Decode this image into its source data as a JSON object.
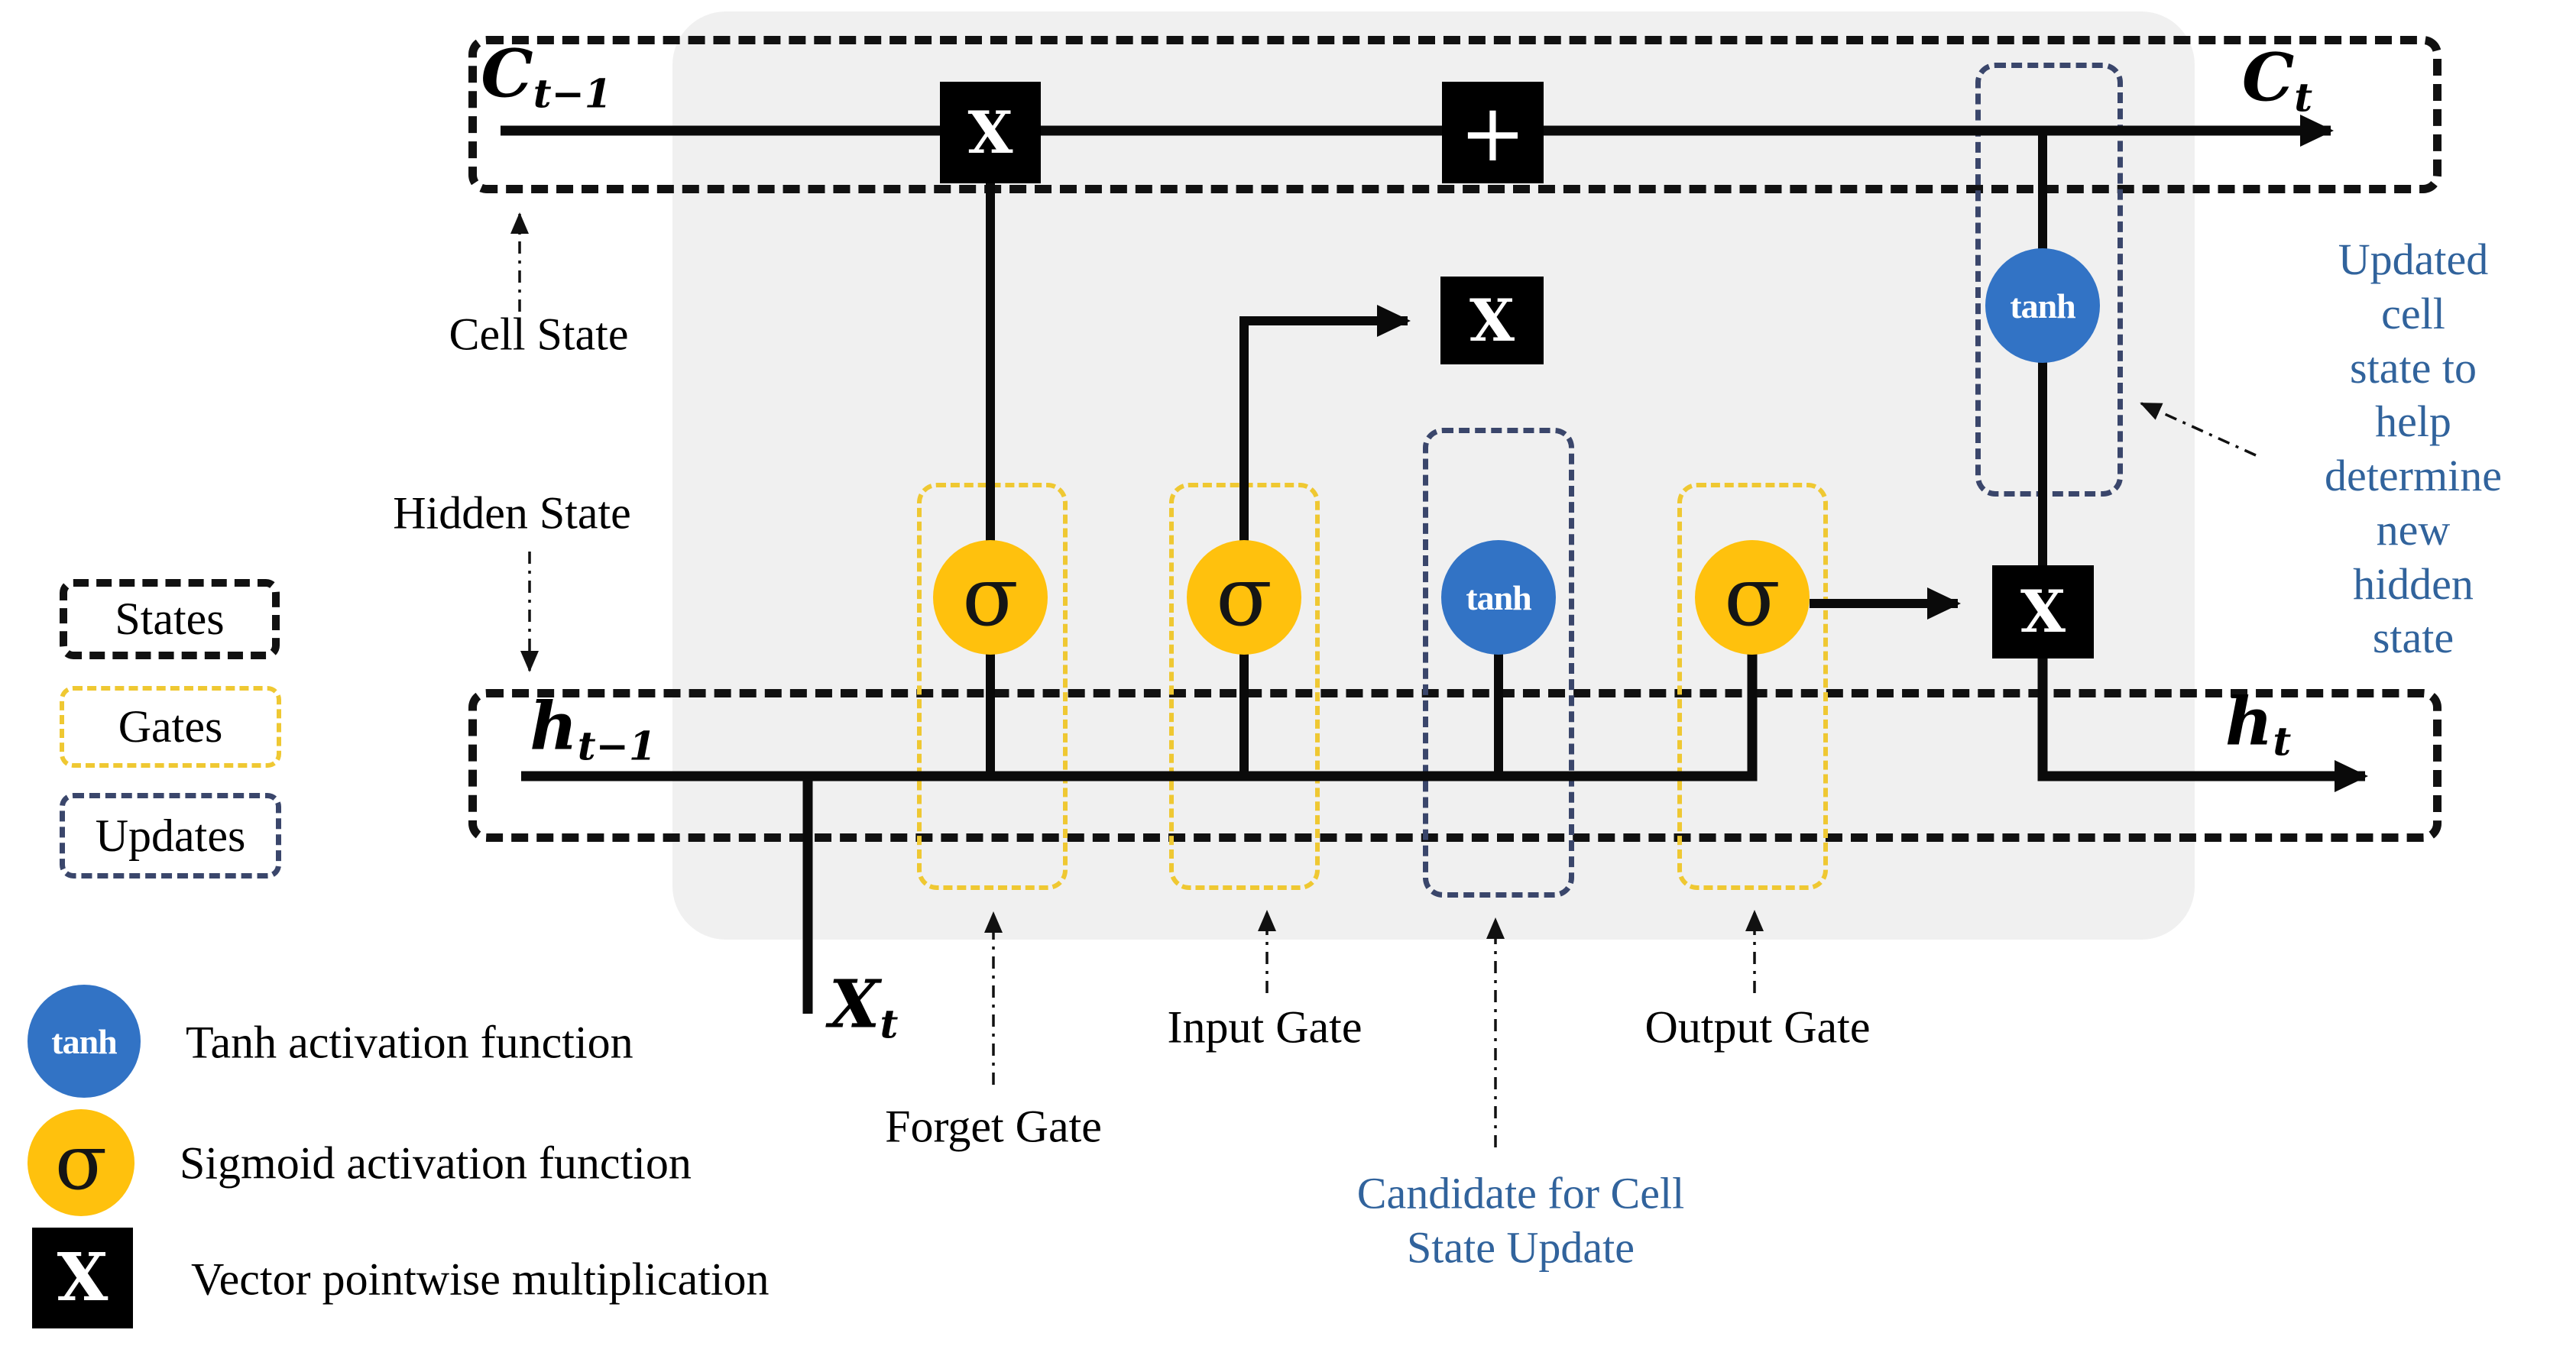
{
  "diagram": {
    "states": {
      "cell_prev": {
        "base": "C",
        "sub": "t−1"
      },
      "cell_next": {
        "base": "C",
        "sub": "t"
      },
      "hidden_prev": {
        "base": "h",
        "sub": "t−1"
      },
      "hidden_next": {
        "base": "h",
        "sub": "t"
      },
      "input": {
        "base": "X",
        "sub": "t"
      }
    },
    "operators": {
      "multiply": "X",
      "add": "+"
    },
    "activations": {
      "sigmoid": "σ",
      "tanh": "tanh"
    },
    "annotations": {
      "cell_state": "Cell State",
      "hidden_state": "Hidden State",
      "forget_gate": "Forget Gate",
      "input_gate": "Input Gate",
      "output_gate": "Output Gate",
      "candidate_line1": "Candidate for Cell",
      "candidate_line2": "State Update",
      "updated_lines": [
        "Updated cell",
        "state to help",
        "determine",
        "new hidden",
        "state"
      ]
    },
    "legend_boxes": [
      {
        "label": "States"
      },
      {
        "label": "Gates"
      },
      {
        "label": "Updates"
      }
    ],
    "legend_items": [
      {
        "icon": "tanh",
        "label": "Tanh activation function"
      },
      {
        "icon": "σ",
        "label": "Sigmoid activation function"
      },
      {
        "icon": "X",
        "label": "Vector pointwise multiplication"
      }
    ],
    "colors": {
      "sigmoid_fill": "#FFC10D",
      "tanh_fill": "#3273C5",
      "gate_dash": "#EFC832",
      "update_dash": "#3A466B",
      "blue_text": "#31639C",
      "cell_background": "#F0F0F0"
    }
  }
}
